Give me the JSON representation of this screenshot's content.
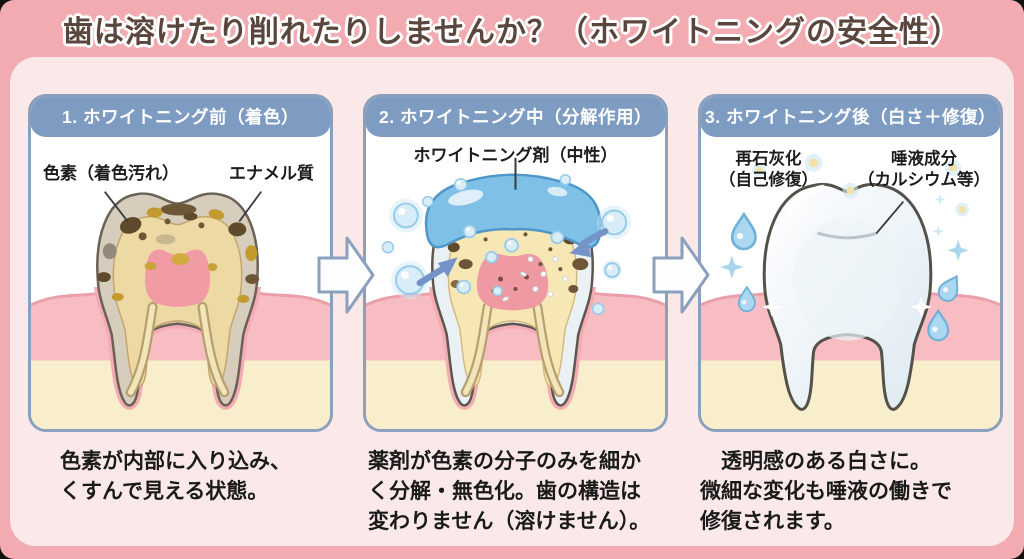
{
  "title": "歯は溶けたり削れたりしませんか？（ホワイトニングの安全性）",
  "panels": [
    {
      "header": "1. ホワイトニング前（着色）",
      "label_left": "色素（着色汚れ）",
      "label_right": "エナメル質",
      "caption": "色素が内部に入り込み、\nくすんで見える状態。"
    },
    {
      "header": "2. ホワイトニング中（分解作用）",
      "label_center": "ホワイトニング剤（中性）",
      "caption": "薬剤が色素の分子のみを細か\nく分解・無色化。歯の構造は\n変わりません（溶けません）。"
    },
    {
      "header": "3. ホワイトニング後（白さ＋修復）",
      "label_left": "再石灰化\n（自己修復）",
      "label_right": "唾液成分\n（カルシウム等）",
      "caption": "　透明感のある白さに。\n微細な変化も唾液の働きで\n修復されます。"
    }
  ],
  "colors": {
    "outer_background": "#f2abb1",
    "card_background": "#fbe9e9",
    "panel_border": "#8aa0bd",
    "header_pill": "#7e9cc2",
    "header_text": "#ffffff",
    "title_text": "#5a463c",
    "gum_pink": "#f7bdc3",
    "bone_cream": "#f8eecb",
    "stained_enamel": "#d6cdbd",
    "dentin": "#edd9a3",
    "pulp": "#f19ba4",
    "whitening_gel_blue": "#7fc0e6",
    "stain_brown": "#5f4a2c",
    "stain_olive": "#c29a2e",
    "clean_tooth_white": "#ffffff",
    "sparkle_blue": "#a9d6ec"
  }
}
